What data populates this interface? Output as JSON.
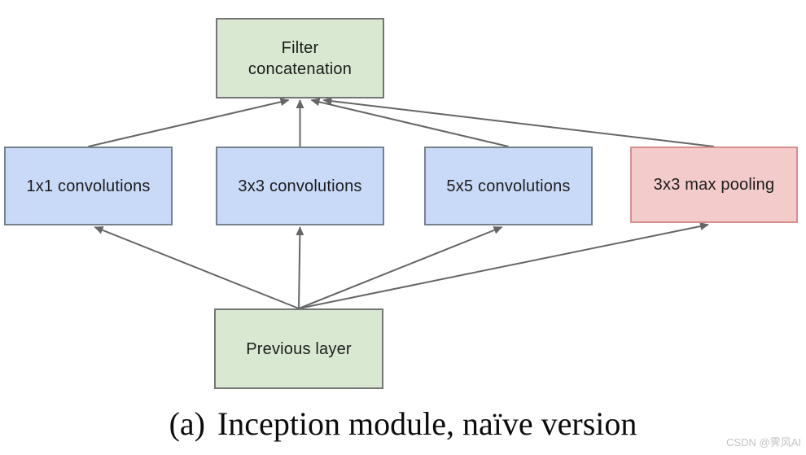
{
  "diagram": {
    "nodes": {
      "filter_concat": {
        "label": "Filter concatenation",
        "color": "green"
      },
      "conv1x1": {
        "label": "1x1 convolutions",
        "color": "blue"
      },
      "conv3x3": {
        "label": "3x3 convolutions",
        "color": "blue"
      },
      "conv5x5": {
        "label": "5x5 convolutions",
        "color": "blue"
      },
      "maxpool": {
        "label": "3x3 max pooling",
        "color": "red"
      },
      "previous": {
        "label": "Previous layer",
        "color": "green"
      }
    },
    "edges": [
      {
        "from": "conv1x1",
        "to": "filter_concat"
      },
      {
        "from": "conv3x3",
        "to": "filter_concat"
      },
      {
        "from": "conv5x5",
        "to": "filter_concat"
      },
      {
        "from": "maxpool",
        "to": "filter_concat"
      },
      {
        "from": "previous",
        "to": "conv1x1"
      },
      {
        "from": "previous",
        "to": "conv3x3"
      },
      {
        "from": "previous",
        "to": "conv5x5"
      },
      {
        "from": "previous",
        "to": "maxpool"
      }
    ],
    "colors": {
      "green_fill": "#d9e8d1",
      "green_border": "#757575",
      "blue_fill": "#c9daf8",
      "blue_border": "#75818d",
      "red_fill": "#f4cbcb",
      "red_border": "#d88f8f",
      "arrow": "#666666"
    },
    "caption": {
      "index": "(a)",
      "text": "Inception module, naïve version"
    },
    "watermark": "CSDN @霁风AI"
  }
}
